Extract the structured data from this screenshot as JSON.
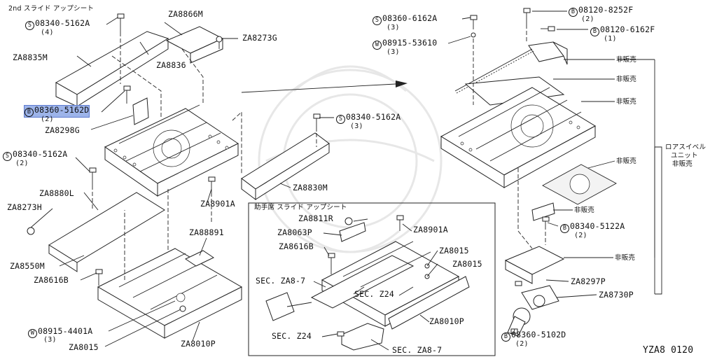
{
  "markers": {
    "s": "S",
    "b": "B",
    "w": "W"
  },
  "figure_code": "YZA8  0120",
  "left": {
    "section_title": "2nd スライド アップシート",
    "parts": [
      {
        "code": "08340-5162A",
        "qty": "(4)"
      },
      {
        "code": "ZA8866M"
      },
      {
        "code": "ZA8273G"
      },
      {
        "code": "ZA8835M"
      },
      {
        "code": "ZA8836"
      },
      {
        "code": "08360-5162D",
        "qty": "(2)"
      },
      {
        "code": "ZA8298G"
      },
      {
        "code": "08340-5162A",
        "qty": "(2)"
      },
      {
        "code": "ZA8880L"
      },
      {
        "code": "ZA8273H"
      },
      {
        "code": "ZA8901A"
      },
      {
        "code": "ZA88891"
      },
      {
        "code": "ZA8550M"
      },
      {
        "code": "ZA8616B"
      },
      {
        "code": "08915-4401A",
        "qty": "(3)"
      },
      {
        "code": "ZA8015"
      },
      {
        "code": "ZA8010P"
      },
      {
        "code": "08340-5162A",
        "qty": "(3)"
      },
      {
        "code": "ZA8830M"
      }
    ]
  },
  "middle": {
    "section_title": "助手席 スライド アップシート",
    "parts": [
      {
        "code": "ZA8811R"
      },
      {
        "code": "ZA8901A"
      },
      {
        "code": "ZA8063P"
      },
      {
        "code": "ZA8616B"
      },
      {
        "code": "ZA8015"
      },
      {
        "code": "ZA8015"
      },
      {
        "code": "SEC. ZA8-7"
      },
      {
        "code": "SEC. Z24"
      },
      {
        "code": "ZA8010P"
      },
      {
        "code": "SEC. Z24"
      },
      {
        "code": "SEC. ZA8-7"
      }
    ]
  },
  "right": {
    "not_for_sale": "非販売",
    "group_label": [
      "ロアスイベル",
      "ユニット",
      "非販売"
    ],
    "parts": [
      {
        "code": "08360-6162A",
        "qty": "(3)"
      },
      {
        "code": "08915-53610",
        "qty": "(3)"
      },
      {
        "code": "08120-8252F",
        "qty": "(2)"
      },
      {
        "code": "08120-6162F",
        "qty": "(1)"
      },
      {
        "code": "08340-5122A",
        "qty": "(2)"
      },
      {
        "code": "ZA8297P"
      },
      {
        "code": "ZA8730P"
      },
      {
        "code": "08360-5102D",
        "qty": "(2)"
      }
    ]
  }
}
